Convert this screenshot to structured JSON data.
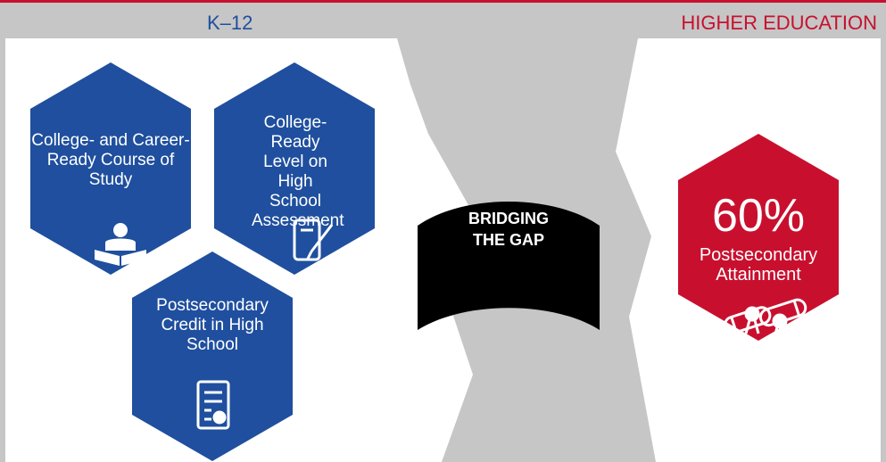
{
  "header": {
    "left_label": "K–12",
    "right_label": "HIGHER EDUCATION"
  },
  "hexagons": {
    "course": {
      "label": "College- and Career-Ready Course of Study",
      "icon": "student-reading-icon"
    },
    "assessment": {
      "label": "College-Ready Level on High School Assessment",
      "icon": "notepad-pencil-icon"
    },
    "credit": {
      "label": "Postsecondary Credit in High School",
      "icon": "certificate-document-icon"
    },
    "attainment": {
      "value": "60%",
      "label": "Postsecondary Attainment",
      "icon": "diplomas-icon"
    }
  },
  "bridge": {
    "label": "BRIDGING THE GAP"
  },
  "colors": {
    "blue": "#1f4f9e",
    "red": "#c8102e",
    "gray": "#c6c6c6",
    "black": "#000000"
  }
}
